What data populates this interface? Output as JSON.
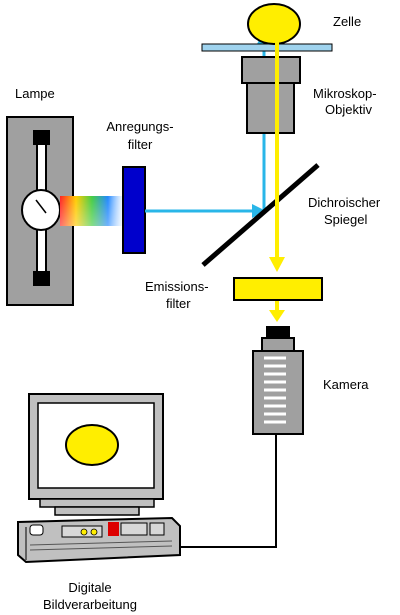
{
  "labels": {
    "cell": "Zelle",
    "objective_1": "Mikroskop-",
    "objective_2": "Objektiv",
    "lamp": "Lampe",
    "excitation_1": "Anregungs-",
    "excitation_2": "filter",
    "dichroic_1": "Dichroischer",
    "dichroic_2": "Spiegel",
    "emission_1": "Emissions-",
    "emission_2": "filter",
    "camera": "Kamera",
    "processing_1": "Digitale",
    "processing_2": "Bildverarbeitung"
  },
  "colors": {
    "excitation_light": "#29b6e8",
    "emission_light": "#ffee00",
    "cell_fill": "#ffee00",
    "filter_blue": "#0000cc",
    "filter_yellow": "#ffee00",
    "housing_gray": "#a0a0a0",
    "glass_slide": "#9fd3ee",
    "spectrum": [
      "#ff0000",
      "#ff9900",
      "#ffff00",
      "#00cc44",
      "#0066ff",
      "#8800cc"
    ]
  }
}
